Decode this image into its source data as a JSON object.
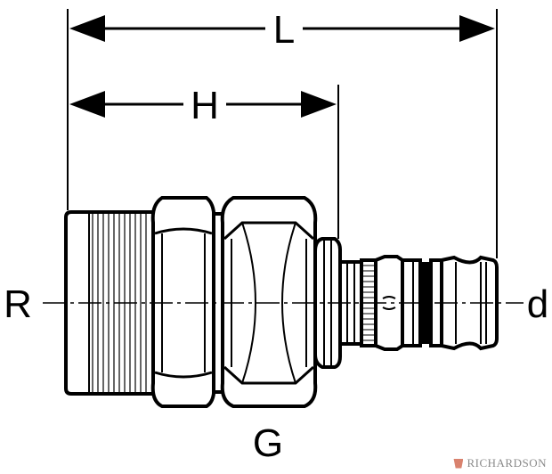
{
  "dimensions": {
    "length": "L",
    "height": "H",
    "thread_r": "R",
    "pipe_d": "d",
    "thread_g": "G"
  },
  "watermark": {
    "brand": "RICHARDSON"
  },
  "colors": {
    "line": "#000000",
    "logo": "#d9826e",
    "logo_text": "#8a8a8a"
  }
}
